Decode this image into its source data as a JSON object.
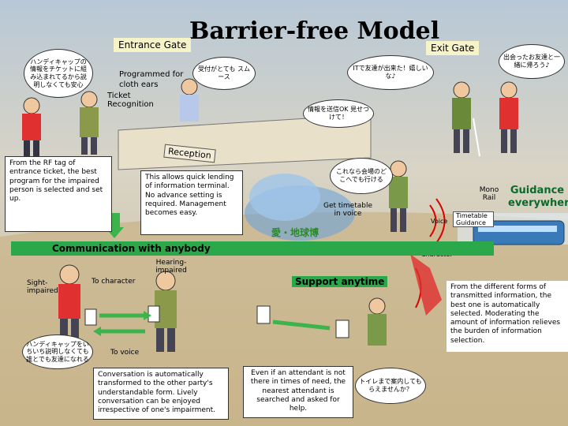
{
  "title": "Barrier-free Model",
  "entrance_gate": "Entrance Gate",
  "exit_gate": "Exit Gate",
  "bubble_handicap": "ハンディキャップの情報をチケットに組み込まれてるから説明しなくても安心",
  "programmed_label": "Programmed for cloth ears",
  "reception_smooth": "受付がとても スムース",
  "it_friends": "ITで友達が出来た！嬉しいな♪",
  "go_home_friends": "出会ったお友達と一緒に帰ろう♪",
  "ticket_recognition": "Ticket Recognition",
  "request_ok": "情報を送信OK 見せつけて！",
  "reception": "Reception",
  "rf_tag_text": "From the RF tag of entrance ticket, the best program for the impaired person is selected and set up.",
  "lending_text": "This allows quick lending of information terminal. No advance setting is required. Management becomes easy.",
  "anywhere_bubble": "これなら会場のどこへでも行ける",
  "mono_rail": "Mono Rail",
  "guidance": "Guidance everywhere",
  "get_timetable": "Get timetable in voice",
  "timetable_guidance": "Timetable Guidance",
  "voice": "Voice",
  "character": "Character",
  "expo_logo": "愛・地球博",
  "communication": "Communication with anybody",
  "hearing_impaired": "Hearing-impaired",
  "sight_impaired": "Sight-impaired",
  "to_character": "To character",
  "to_voice": "To voice",
  "handicap_friends": "ハンディキャップをいちいち説明しなくても誰とでも友達になれる",
  "conversation_text": "Conversation is automatically transformed to the other party's understandable form. Lively conversation can be enjoyed irrespective of one's impairment.",
  "support_anytime": "Support anytime",
  "attendant_text": "Even if an attendant is not there in times of need, the nearest attendant is searched and asked for help.",
  "toilet_bubble": "トイレまで案内してもらえませんか？",
  "different_forms_text": "From the different forms of transmitted information, the best one is automatically selected. Moderating the amount of information relieves the burden of information selection.",
  "colors": {
    "green": "#2aa84a",
    "arrow": "#3cb44b"
  }
}
